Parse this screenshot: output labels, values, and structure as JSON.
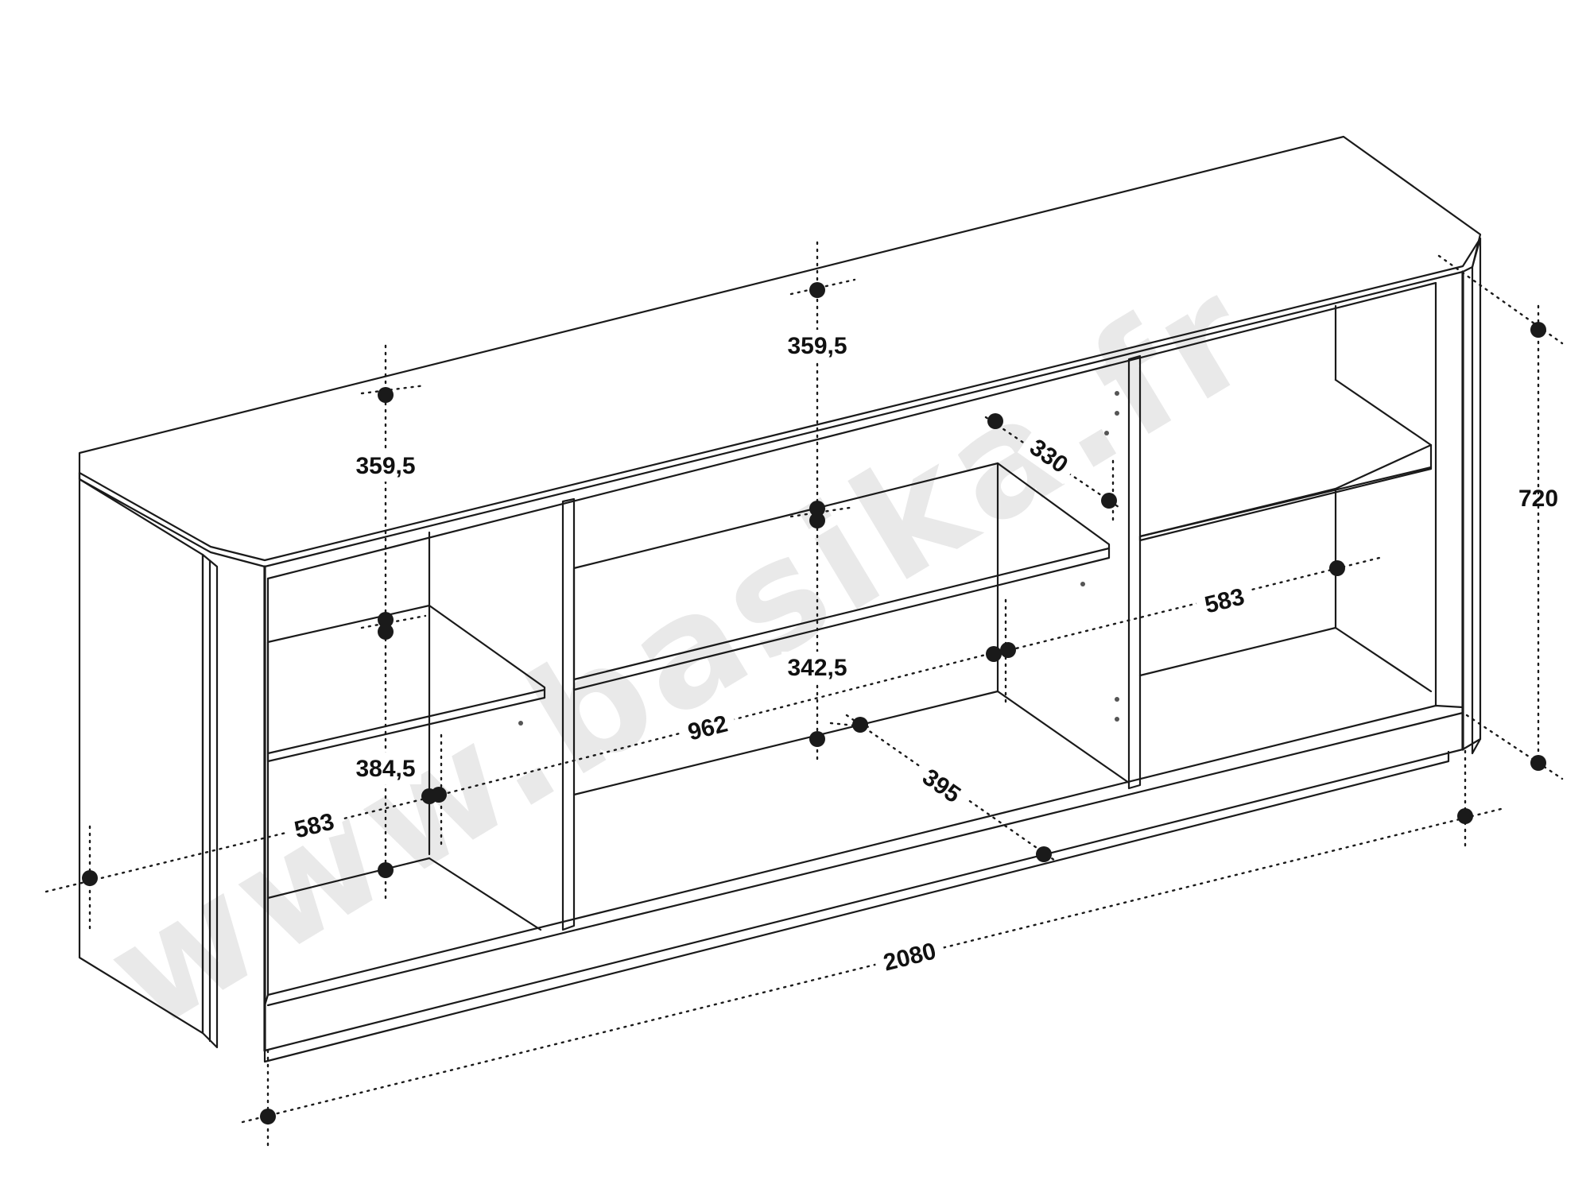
{
  "watermark": "www.basika.fr",
  "dimensions": {
    "width_total": "2080",
    "height_total": "720",
    "depth_left": "583",
    "depth_right": "583",
    "center_opening_width": "962",
    "depth_center_shelf": "395",
    "depth_top_shelf": "330",
    "compartment_left_top": "359,5",
    "compartment_left_bottom": "384,5",
    "compartment_center_top": "359,5",
    "compartment_center_bottom": "342,5"
  }
}
